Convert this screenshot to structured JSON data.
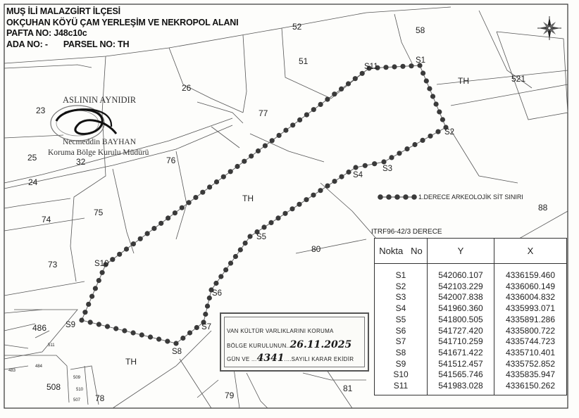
{
  "header": {
    "line1": "MUŞ İLİ MALAZGİRT İLÇESİ",
    "line2": "OKÇUHAN KÖYÜ ÇAM YERLEŞİM VE NEKROPOL ALANI",
    "line3": "PAFTA NO: J48c10c",
    "ada": "ADA NO: -",
    "parsel": "PARSEL NO: TH"
  },
  "stamp": {
    "line1": "ASLININ AYNIDIR",
    "line2": "Necmeddin BAYHAN",
    "line3": "Koruma Bölge Kurulu Müdürü"
  },
  "parcels": [
    {
      "id": "p52",
      "label": "52"
    },
    {
      "id": "p58",
      "label": "58"
    },
    {
      "id": "p51",
      "label": "51"
    },
    {
      "id": "pTH1",
      "label": "TH"
    },
    {
      "id": "p521",
      "label": "521"
    },
    {
      "id": "p26",
      "label": "26"
    },
    {
      "id": "p23",
      "label": "23"
    },
    {
      "id": "p77",
      "label": "77"
    },
    {
      "id": "p25",
      "label": "25"
    },
    {
      "id": "p32",
      "label": "32"
    },
    {
      "id": "p76",
      "label": "76"
    },
    {
      "id": "p24",
      "label": "24"
    },
    {
      "id": "pTH2",
      "label": "TH"
    },
    {
      "id": "p75",
      "label": "75"
    },
    {
      "id": "p74",
      "label": "74"
    },
    {
      "id": "p88",
      "label": "88"
    },
    {
      "id": "p80",
      "label": "80"
    },
    {
      "id": "p73",
      "label": "73"
    },
    {
      "id": "p486",
      "label": "486"
    },
    {
      "id": "p511",
      "label": "511"
    },
    {
      "id": "p484",
      "label": "484"
    },
    {
      "id": "p483",
      "label": "483"
    },
    {
      "id": "pTH3",
      "label": "TH"
    },
    {
      "id": "p509",
      "label": "509"
    },
    {
      "id": "p510",
      "label": "510"
    },
    {
      "id": "p507",
      "label": "507"
    },
    {
      "id": "p508",
      "label": "508"
    },
    {
      "id": "p78",
      "label": "78"
    },
    {
      "id": "p79",
      "label": "79"
    },
    {
      "id": "p81",
      "label": "81"
    }
  ],
  "legend": {
    "label": "1.DERECE ARKEOLOJİK SİT SINIRI"
  },
  "table": {
    "title": "ITRF96-42/3 DERECE",
    "headers": {
      "no": "Nokta   No",
      "y": "Y",
      "x": "X"
    },
    "rows": [
      {
        "point": "S1",
        "y": "542060.107",
        "x": "4336159.460"
      },
      {
        "point": "S2",
        "y": "542103.229",
        "x": "4336060.149"
      },
      {
        "point": "S3",
        "y": "542007.838",
        "x": "4336004.832"
      },
      {
        "point": "S4",
        "y": "541960.360",
        "x": "4335993.071"
      },
      {
        "point": "S5",
        "y": "541800.505",
        "x": "4335891.286"
      },
      {
        "point": "S6",
        "y": "541727.420",
        "x": "4335800.722"
      },
      {
        "point": "S7",
        "y": "541710.259",
        "x": "4335744.723"
      },
      {
        "point": "S8",
        "y": "541671.422",
        "x": "4335710.401"
      },
      {
        "point": "S9",
        "y": "541512.457",
        "x": "4335752.852"
      },
      {
        "point": "S10",
        "y": "541565.746",
        "x": "4335835.947"
      },
      {
        "point": "S11",
        "y": "541983.028",
        "x": "4336150.262"
      }
    ]
  },
  "decision": {
    "line1": "VAN KÜLTÜR VARLIKLARINI KORUMA",
    "line2_prefix": "BÖLGE KURULUNUN",
    "line2_date": "26.11.2025",
    "line3_prefix": "GÜN VE",
    "line3_number": "4341",
    "line3_suffix": "SAYILI KARAR EKİDİR"
  },
  "colors": {
    "boundary_dot": "#3a3a3a",
    "ink": "#222222",
    "paper": "#fdfdfb"
  },
  "icons": {
    "north": "compass-rose-icon"
  }
}
